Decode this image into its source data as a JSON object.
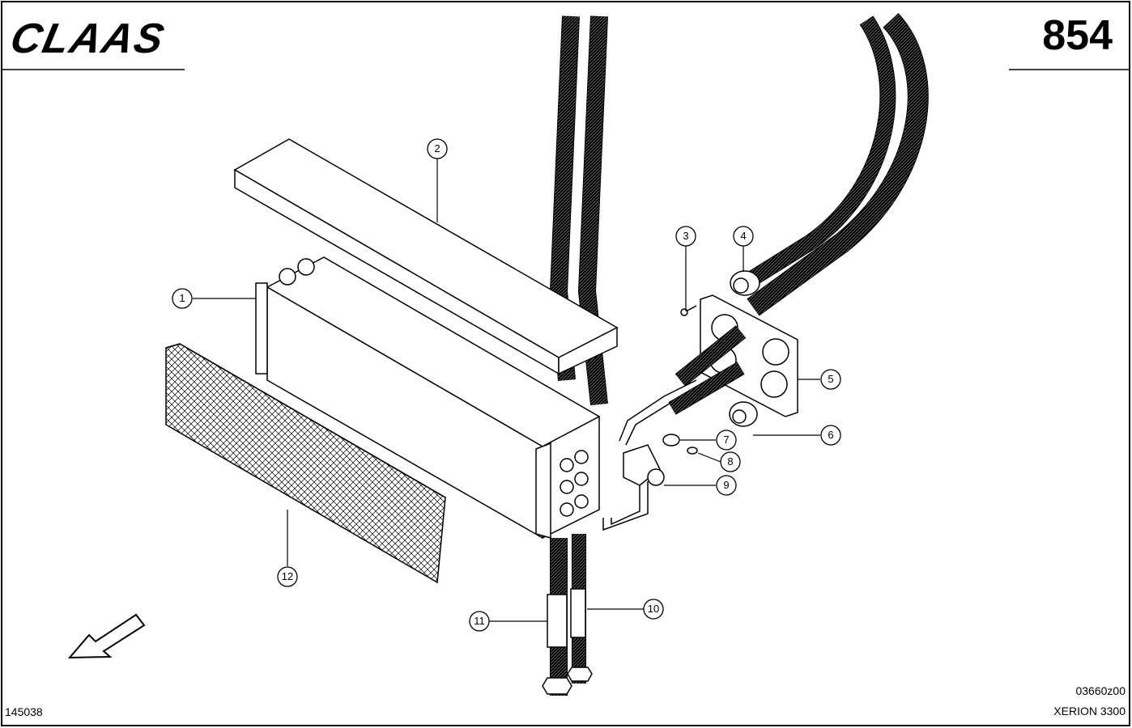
{
  "header": {
    "brand": "CLAAS",
    "page_number": "854"
  },
  "footer": {
    "reference": "145038",
    "drawing_number": "03660z00",
    "model": "XERION 3300"
  },
  "callouts": [
    "1",
    "2",
    "3",
    "4",
    "5",
    "6",
    "7",
    "8",
    "9",
    "10",
    "11",
    "12"
  ],
  "colors": {
    "line": "#000000",
    "background": "#ffffff",
    "hatch": "#9a9a9a"
  },
  "icons": {
    "direction_arrow": "arrow-down-left-icon"
  }
}
